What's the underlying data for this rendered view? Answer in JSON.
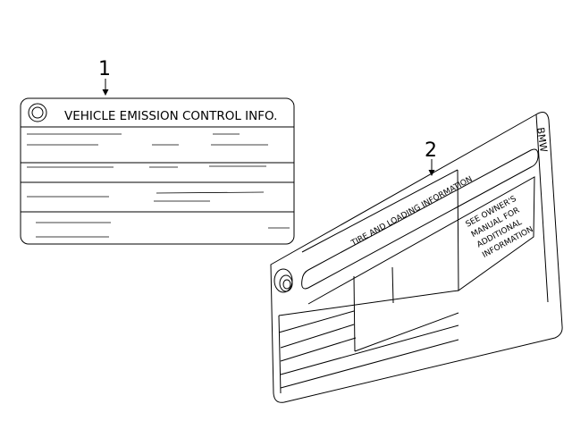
{
  "callouts": {
    "label_1": "1",
    "label_2": "2"
  },
  "emission_label": {
    "title": "VEHICLE EMISSION CONTROL INFO."
  },
  "tire_label": {
    "title": "TIRE AND LOADING INFORMATION",
    "note_lines": [
      "SEE OWNER'S",
      "MANUAL FOR",
      "ADDITIONAL",
      "INFORMATION"
    ],
    "brand": "BMW"
  }
}
